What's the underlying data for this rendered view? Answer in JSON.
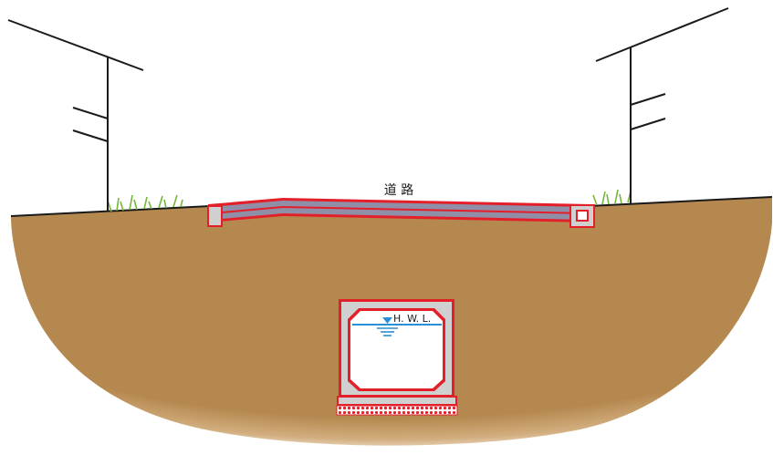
{
  "labels": {
    "road": "道 路",
    "hwl": "H. W. L."
  },
  "colors": {
    "soil": "#b5884f",
    "soil_edge": "#e7cfae",
    "red": "#e3202a",
    "concrete": "#cfcfcf",
    "road_layer": "#8f8fa8",
    "water": "#2a8fd6",
    "grass": "#74b637",
    "line": "#1a1a1a"
  },
  "icons": [
    "utility-pole-left",
    "utility-pole-right",
    "grass-tuft-left",
    "grass-tuft-right",
    "water-level-mark"
  ]
}
